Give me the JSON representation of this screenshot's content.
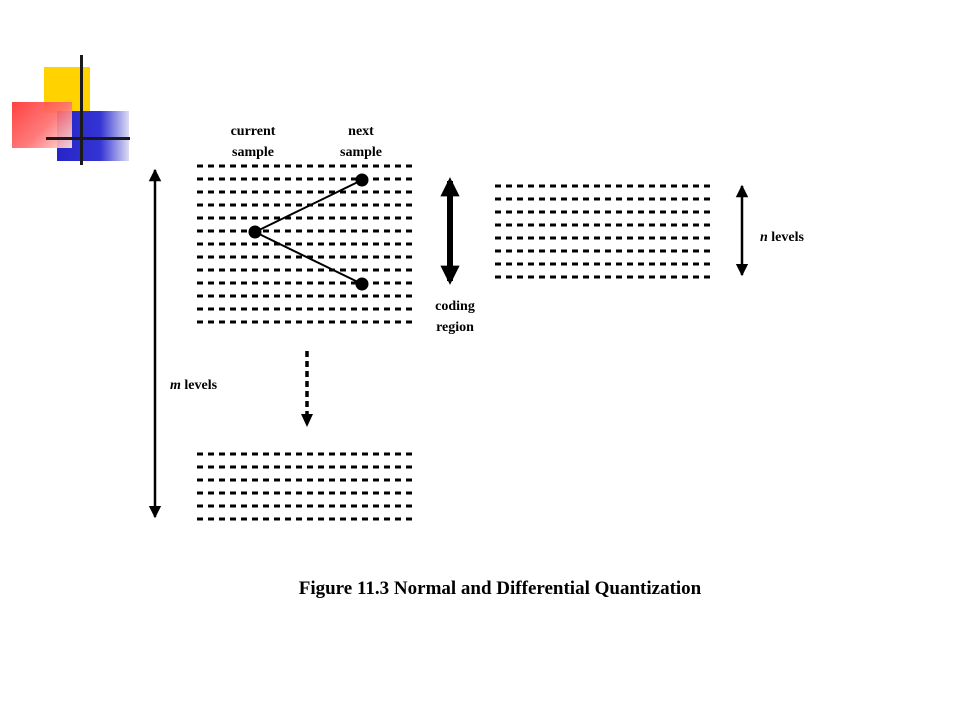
{
  "logo": {
    "colors": {
      "yellow": "#ffd200",
      "red": "#ff3030",
      "blue": "#2626c8"
    }
  },
  "labels": {
    "current_sample": [
      "current",
      "sample"
    ],
    "next_sample": [
      "next",
      "sample"
    ],
    "coding_region": [
      "coding",
      "region"
    ],
    "m_levels_var": "m",
    "m_levels_word": " levels",
    "n_levels_var": "n",
    "n_levels_word": " levels"
  },
  "caption": "Figure 11.3  Normal and Differential Quantization"
}
